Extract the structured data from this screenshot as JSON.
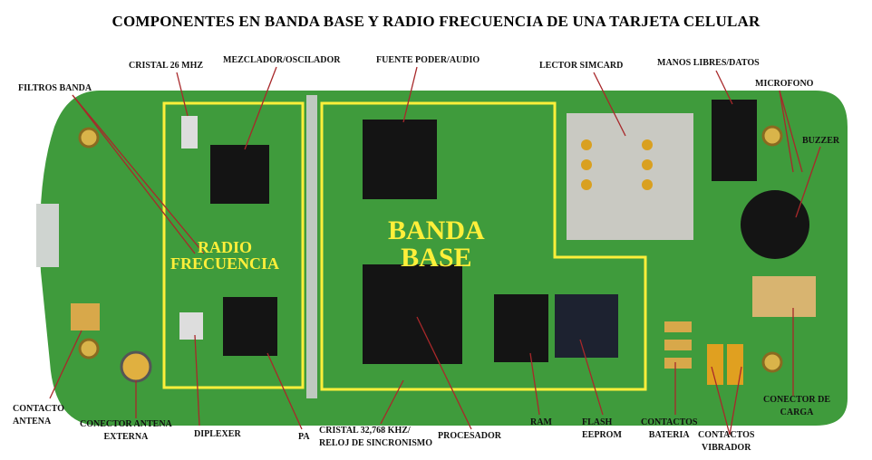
{
  "title": "COMPONENTES EN BANDA BASE Y RADIO FRECUENCIA DE UNA TARJETA CELULAR",
  "regions": {
    "rf": [
      "RADIO",
      "FRECUENCIA"
    ],
    "baseband": [
      "BANDA",
      "BASE"
    ]
  },
  "labels": {
    "cristal26": "CRISTAL 26 MHZ",
    "mezclador": "MEZCLADOR/OSCILADOR",
    "fuente": "FUENTE PODER/AUDIO",
    "lector": "LECTOR SIMCARD",
    "manos": "MANOS LIBRES/DATOS",
    "microfono": "MICROFONO",
    "filtros": "FILTROS BANDA",
    "buzzer": "BUZZER",
    "conector_carga": [
      "CONECTOR DE",
      "CARGA"
    ],
    "contacto_antena": [
      "CONTACTO",
      "ANTENA"
    ],
    "conector_antena": [
      "CONECTOR ANTENA",
      "EXTERNA"
    ],
    "diplexer": "DIPLEXER",
    "pa": "PA",
    "cristal32": [
      "CRISTAL 32,768 KHZ/",
      "RELOJ DE SINCRONISMO"
    ],
    "procesador": "PROCESADOR",
    "ram": "RAM",
    "flash": [
      "FLASH",
      "EEPROM"
    ],
    "contactos_bateria": [
      "CONTACTOS",
      "BATERIA"
    ],
    "contactos_vibrador": [
      "CONTACTOS",
      "VIBRADOR"
    ]
  },
  "colors": {
    "board": "#3f9b3c",
    "highlight": "#ffef3a",
    "leader": "#a8282a",
    "chip": "#141414"
  }
}
